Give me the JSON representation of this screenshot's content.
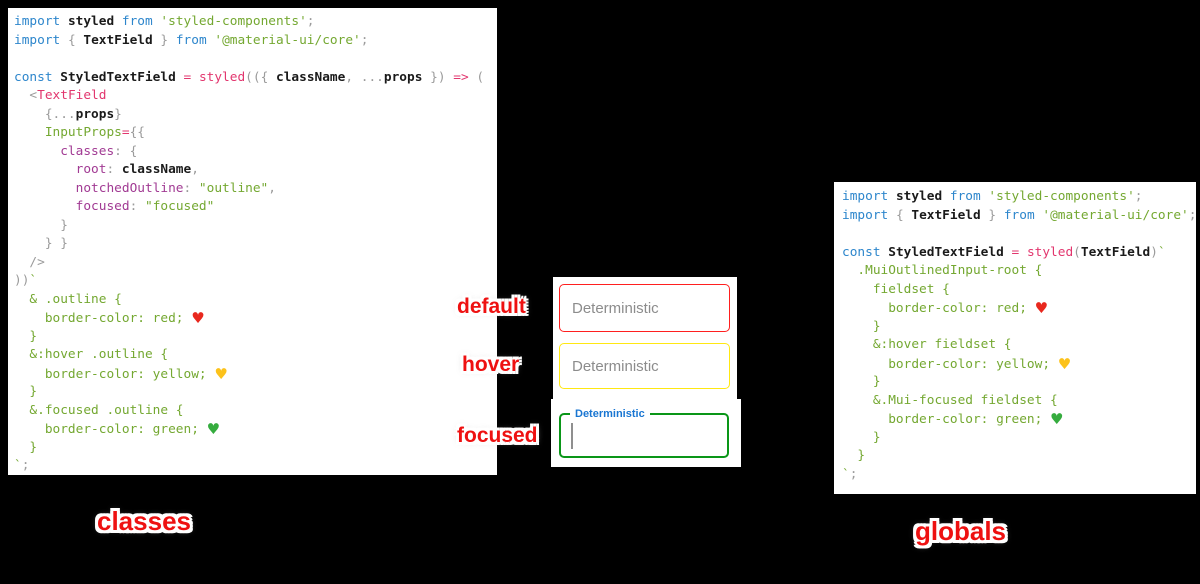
{
  "page": {
    "background": "#000000"
  },
  "annotations": {
    "default_label": "default",
    "hover_label": "hover",
    "focused_label": "focused",
    "classes_label": "classes",
    "globals_label": "globals",
    "label_color": "#ee1111",
    "label_outline_color": "#ffffff"
  },
  "textfields": {
    "placeholder": "Deterministic",
    "focused_notch_label": "Deterministic",
    "default_border_color": "#ff1f1f",
    "hover_border_color": "#ffe812",
    "focused_border_color": "#0a9618",
    "focused_label_color": "#1976d2",
    "placeholder_color": "#8c8c8c"
  },
  "code_theme": {
    "background": "#ffffff",
    "keyword": "#2d86cc",
    "identifier": "#1a1a1a",
    "string": "#74a831",
    "operator_jsx": "#e2366e",
    "object_key": "#a13a93",
    "punctuation": "#9b9b9b",
    "heart_red": "#e8281e",
    "heart_yellow": "#fcc21b",
    "heart_green": "#35ac3e"
  },
  "left_code": {
    "lines": [
      [
        [
          "kw",
          "import "
        ],
        [
          "id",
          "styled"
        ],
        [
          "kw",
          " from "
        ],
        [
          "str",
          "'styled-components'"
        ],
        [
          "gr",
          ";"
        ]
      ],
      [
        [
          "kw",
          "import "
        ],
        [
          "gr",
          "{ "
        ],
        [
          "id",
          "TextField"
        ],
        [
          "gr",
          " } "
        ],
        [
          "kw",
          "from "
        ],
        [
          "str",
          "'@material-ui/core'"
        ],
        [
          "gr",
          ";"
        ]
      ],
      [],
      [
        [
          "kw",
          "const "
        ],
        [
          "id",
          "StyledTextField"
        ],
        [
          "pk",
          " = "
        ],
        [
          "pk",
          "styled"
        ],
        [
          "gr",
          "(({ "
        ],
        [
          "id",
          "className"
        ],
        [
          "gr",
          ", ..."
        ],
        [
          "id",
          "props"
        ],
        [
          "gr",
          " })"
        ],
        [
          "pk",
          " => "
        ],
        [
          "gr",
          "("
        ]
      ],
      [
        [
          "gr",
          "  <"
        ],
        [
          "pk",
          "TextField"
        ]
      ],
      [
        [
          "gr",
          "    {..."
        ],
        [
          "id",
          "props"
        ],
        [
          "gr",
          "}"
        ]
      ],
      [
        [
          "str",
          "    InputProps"
        ],
        [
          "pk",
          "="
        ],
        [
          "gr",
          "{{"
        ]
      ],
      [
        [
          "pu",
          "      classes"
        ],
        [
          "gr",
          ": {"
        ]
      ],
      [
        [
          "pu",
          "        root"
        ],
        [
          "gr",
          ": "
        ],
        [
          "id",
          "className"
        ],
        [
          "gr",
          ","
        ]
      ],
      [
        [
          "pu",
          "        notchedOutline"
        ],
        [
          "gr",
          ": "
        ],
        [
          "str",
          "\"outline\""
        ],
        [
          "gr",
          ","
        ]
      ],
      [
        [
          "pu",
          "        focused"
        ],
        [
          "gr",
          ": "
        ],
        [
          "str",
          "\"focused\""
        ]
      ],
      [
        [
          "gr",
          "      }"
        ]
      ],
      [
        [
          "gr",
          "    } }"
        ]
      ],
      [
        [
          "gr",
          "  />"
        ]
      ],
      [
        [
          "gr",
          "))"
        ],
        [
          "str",
          "`"
        ]
      ],
      [
        [
          "str",
          "  & .outline {"
        ]
      ],
      [
        [
          "str",
          "    border-color: red; "
        ],
        [
          "hr",
          "♥"
        ]
      ],
      [
        [
          "str",
          "  }"
        ]
      ],
      [
        [
          "str",
          "  &:hover .outline {"
        ]
      ],
      [
        [
          "str",
          "    border-color: yellow; "
        ],
        [
          "hy",
          "♥"
        ]
      ],
      [
        [
          "str",
          "  }"
        ]
      ],
      [
        [
          "str",
          "  &.focused .outline {"
        ]
      ],
      [
        [
          "str",
          "    border-color: green; "
        ],
        [
          "hg",
          "♥"
        ]
      ],
      [
        [
          "str",
          "  }"
        ]
      ],
      [
        [
          "str",
          "`"
        ],
        [
          "gr",
          ";"
        ]
      ]
    ]
  },
  "right_code": {
    "lines": [
      [
        [
          "kw",
          "import "
        ],
        [
          "id",
          "styled"
        ],
        [
          "kw",
          " from "
        ],
        [
          "str",
          "'styled-components'"
        ],
        [
          "gr",
          ";"
        ]
      ],
      [
        [
          "kw",
          "import "
        ],
        [
          "gr",
          "{ "
        ],
        [
          "id",
          "TextField"
        ],
        [
          "gr",
          " } "
        ],
        [
          "kw",
          "from "
        ],
        [
          "str",
          "'@material-ui/core'"
        ],
        [
          "gr",
          ";"
        ]
      ],
      [],
      [
        [
          "kw",
          "const "
        ],
        [
          "id",
          "StyledTextField"
        ],
        [
          "pk",
          " = "
        ],
        [
          "pk",
          "styled"
        ],
        [
          "gr",
          "("
        ],
        [
          "id",
          "TextField"
        ],
        [
          "gr",
          ")"
        ],
        [
          "str",
          "`"
        ]
      ],
      [
        [
          "str",
          "  .MuiOutlinedInput-root {"
        ]
      ],
      [
        [
          "str",
          "    fieldset {"
        ]
      ],
      [
        [
          "str",
          "      border-color: red; "
        ],
        [
          "hr",
          "♥"
        ]
      ],
      [
        [
          "str",
          "    }"
        ]
      ],
      [
        [
          "str",
          "    &:hover fieldset {"
        ]
      ],
      [
        [
          "str",
          "      border-color: yellow; "
        ],
        [
          "hy",
          "♥"
        ]
      ],
      [
        [
          "str",
          "    }"
        ]
      ],
      [
        [
          "str",
          "    &.Mui-focused fieldset {"
        ]
      ],
      [
        [
          "str",
          "      border-color: green; "
        ],
        [
          "hg",
          "♥"
        ]
      ],
      [
        [
          "str",
          "    }"
        ]
      ],
      [
        [
          "str",
          "  }"
        ]
      ],
      [
        [
          "str",
          "`"
        ],
        [
          "gr",
          ";"
        ]
      ]
    ]
  }
}
